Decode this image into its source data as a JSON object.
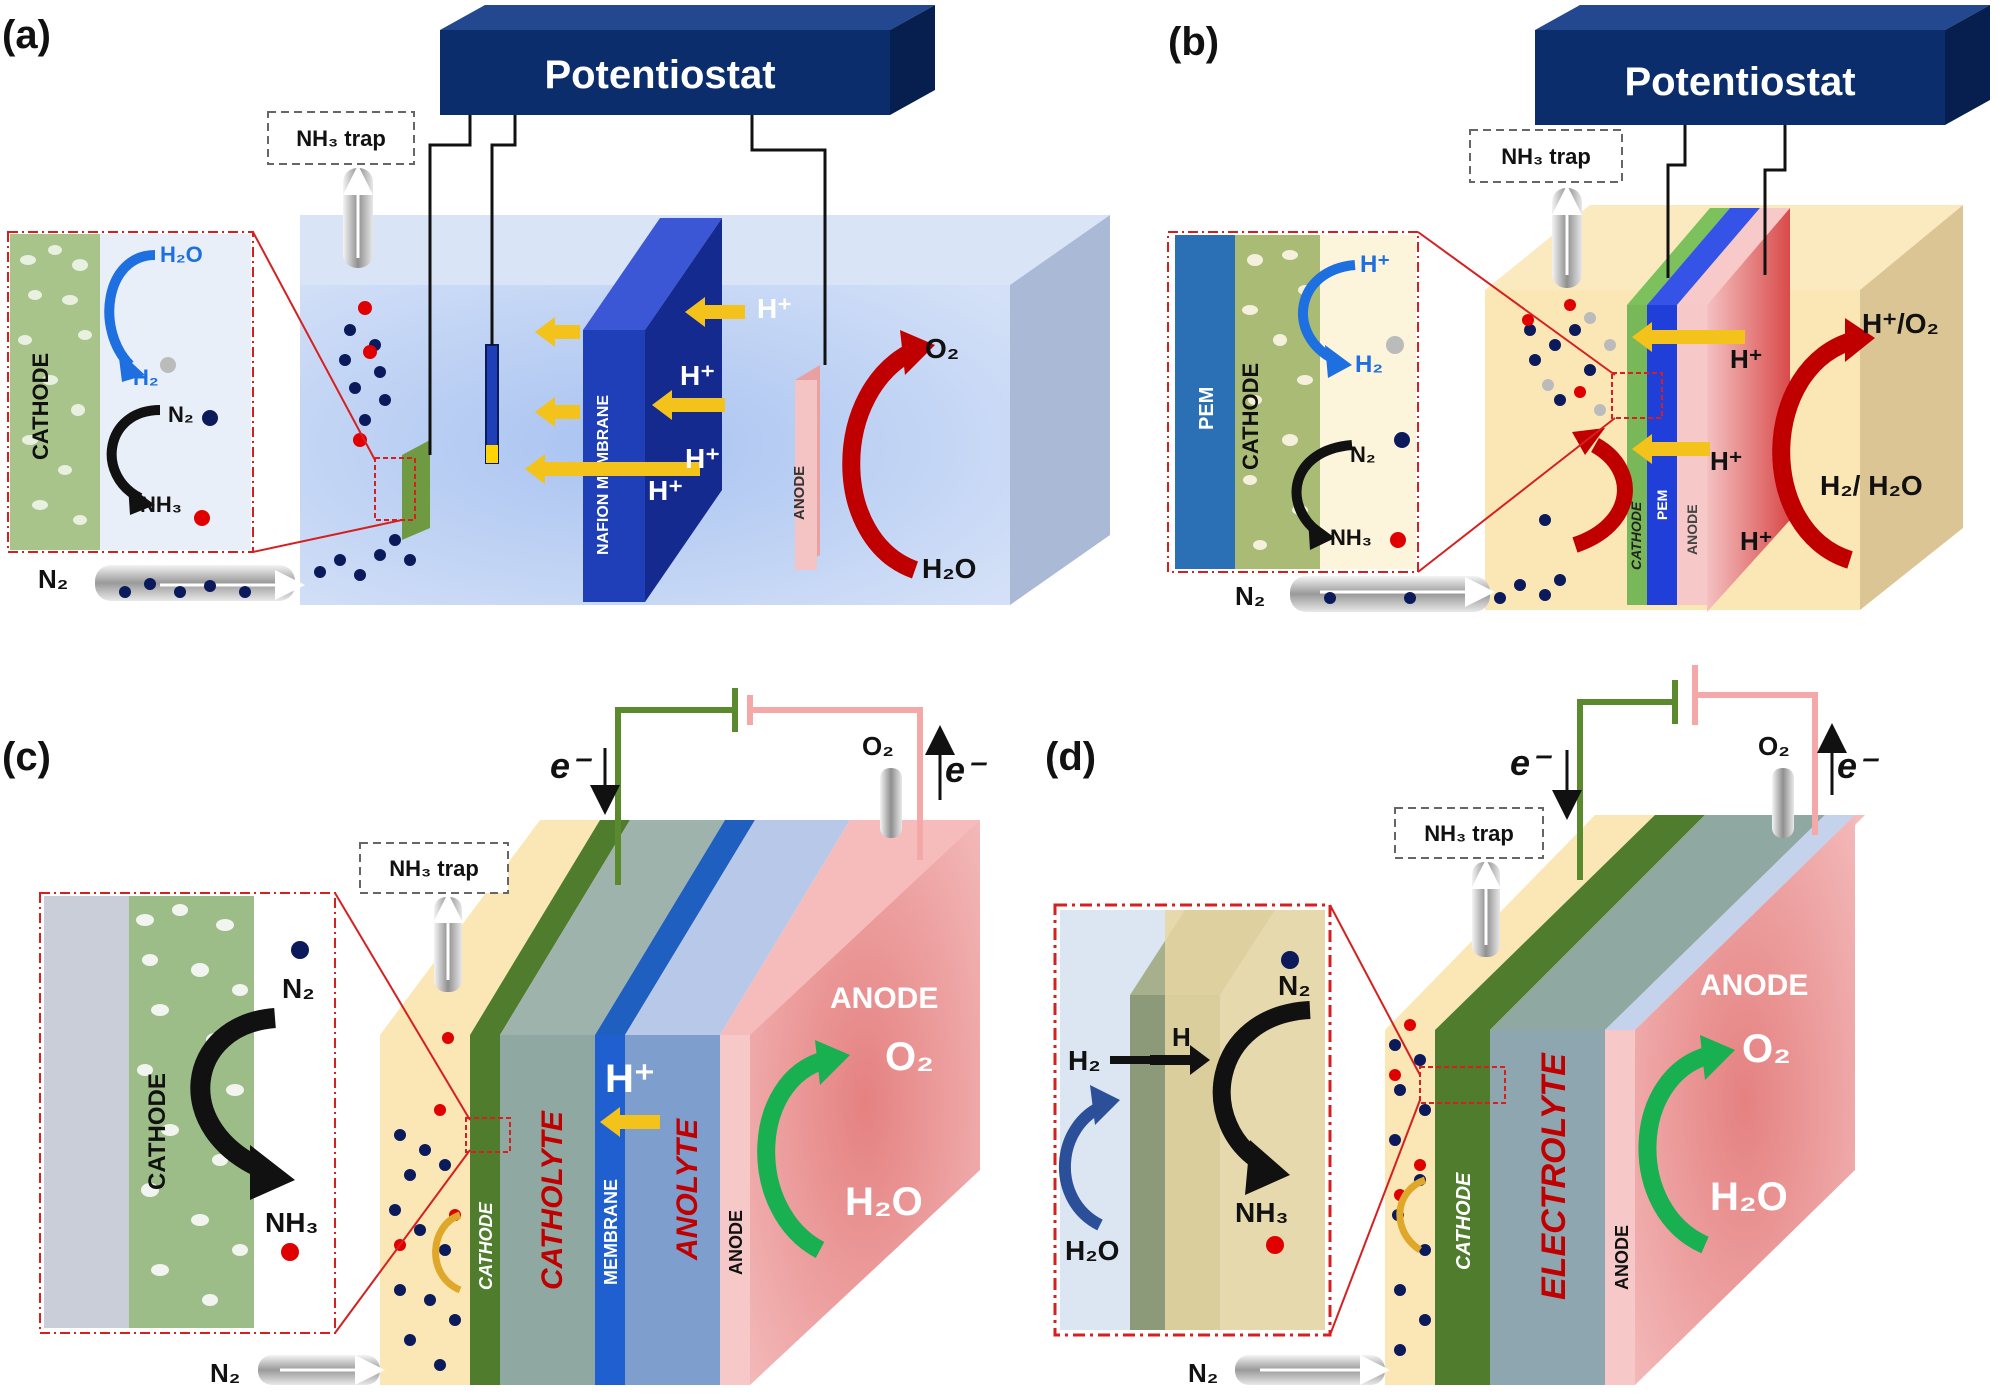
{
  "colors": {
    "potentiostat": "#0b2d6b",
    "membrane_blue": "#1f3fb8",
    "cathode_green": "#4e7a2e",
    "anode_pink": "#f2b9b9",
    "electrolyte_yellow": "#fbe7b5",
    "outline_red": "#d62020",
    "arrow_red": "#c00000",
    "arrow_blue": "#1e6fe0",
    "arrow_green": "#18b050",
    "arrow_yellow": "#f3c21b",
    "label_red": "#c00000"
  },
  "panel_a": {
    "letter": "(a)",
    "potentiostat": "Potentiostat",
    "trap_label": "NH₃ trap",
    "inlet_label": "N₂",
    "inset_cathode": "CATHODE",
    "inset_h2o": "H₂O",
    "inset_h2": "H₂",
    "inset_n2": "N₂",
    "inset_nh3": "NH₃",
    "membrane_label": "NAFION MEMBRANE",
    "anode_label": "ANODE",
    "h_plus": "H⁺",
    "o2": "O₂",
    "h2o": "H₂O"
  },
  "panel_b": {
    "letter": "(b)",
    "potentiostat": "Potentiostat",
    "trap_label": "NH₃ trap",
    "inlet_label": "N₂",
    "inset_pem": "PEM",
    "inset_cathode": "CATHODE",
    "inset_h_plus": "H⁺",
    "inset_h2": "H₂",
    "inset_n2": "N₂",
    "inset_nh3": "NH₃",
    "cathode_label": "CATHODE",
    "pem_label": "PEM",
    "anode_label": "ANODE",
    "h_plus": "H⁺",
    "h_o2": "H⁺/O₂",
    "h2_h2o": "H₂/ H₂O"
  },
  "panel_c": {
    "letter": "(c)",
    "electron": "e⁻",
    "o2_top": "O₂",
    "trap_label": "NH₃ trap",
    "inlet_label": "N₂",
    "inset_cathode": "CATHODE",
    "inset_n2": "N₂",
    "inset_nh3": "NH₃",
    "cathode_label": "CATHODE",
    "catholyte_label": "CATHOLYTE",
    "membrane_label": "MEMBRANE",
    "anolyte_label": "ANOLYTE",
    "anode_side_label": "ANODE",
    "anode_face_label": "ANODE",
    "h_plus": "H⁺",
    "o2": "O₂",
    "h2o": "H₂O"
  },
  "panel_d": {
    "letter": "(d)",
    "electron": "e⁻",
    "o2_top": "O₂",
    "trap_label": "NH₃ trap",
    "inlet_label": "N₂",
    "inset_h2": "H₂",
    "inset_h": "H",
    "inset_n2": "N₂",
    "inset_h2o": "H₂O",
    "inset_nh3": "NH₃",
    "cathode_label": "CATHODE",
    "electrolyte_label": "ELECTROLYTE",
    "anode_side_label": "ANODE",
    "anode_face_label": "ANODE",
    "o2": "O₂",
    "h2o": "H₂O"
  }
}
